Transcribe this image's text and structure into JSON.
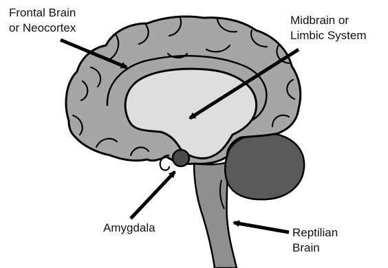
{
  "labels": {
    "frontal": [
      "Frontal Brain",
      "or Neocortex"
    ],
    "midbrain": [
      "Midbrain or",
      "Limbic System"
    ],
    "amygdala": "Amygdala",
    "reptilian": [
      "Reptilian",
      "Brain"
    ]
  },
  "colors": {
    "outline": "#000000",
    "cortex": "#a6a6a6",
    "limbic": "#dedede",
    "brainstem": "#8f8f8f",
    "cerebellum": "#5a5a5a",
    "amygdala": "#4a4a4a",
    "text": "#111111",
    "background": "#ffffff"
  }
}
